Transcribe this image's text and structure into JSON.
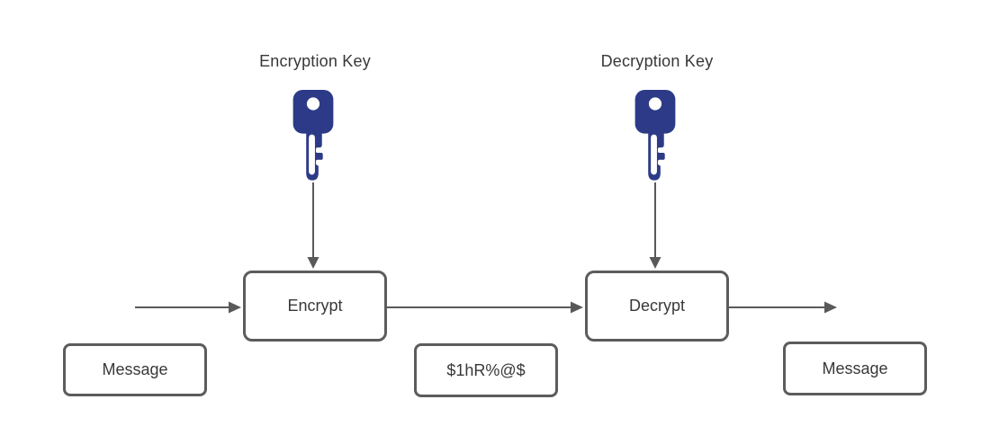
{
  "diagram": {
    "encryption_key_label": "Encryption Key",
    "decryption_key_label": "Decryption Key",
    "encrypt_label": "Encrypt",
    "decrypt_label": "Decrypt",
    "message_in_label": "Message",
    "cipher_label": "$1hR%@$",
    "message_out_label": "Message"
  },
  "icons": {
    "encryption_key": "key-icon",
    "decryption_key": "key-icon"
  },
  "colors": {
    "key_blue": "#2c3a87",
    "line_gray": "#595959",
    "box_border": "#5c5c5c",
    "text": "#383838",
    "background": "#ffffff"
  }
}
